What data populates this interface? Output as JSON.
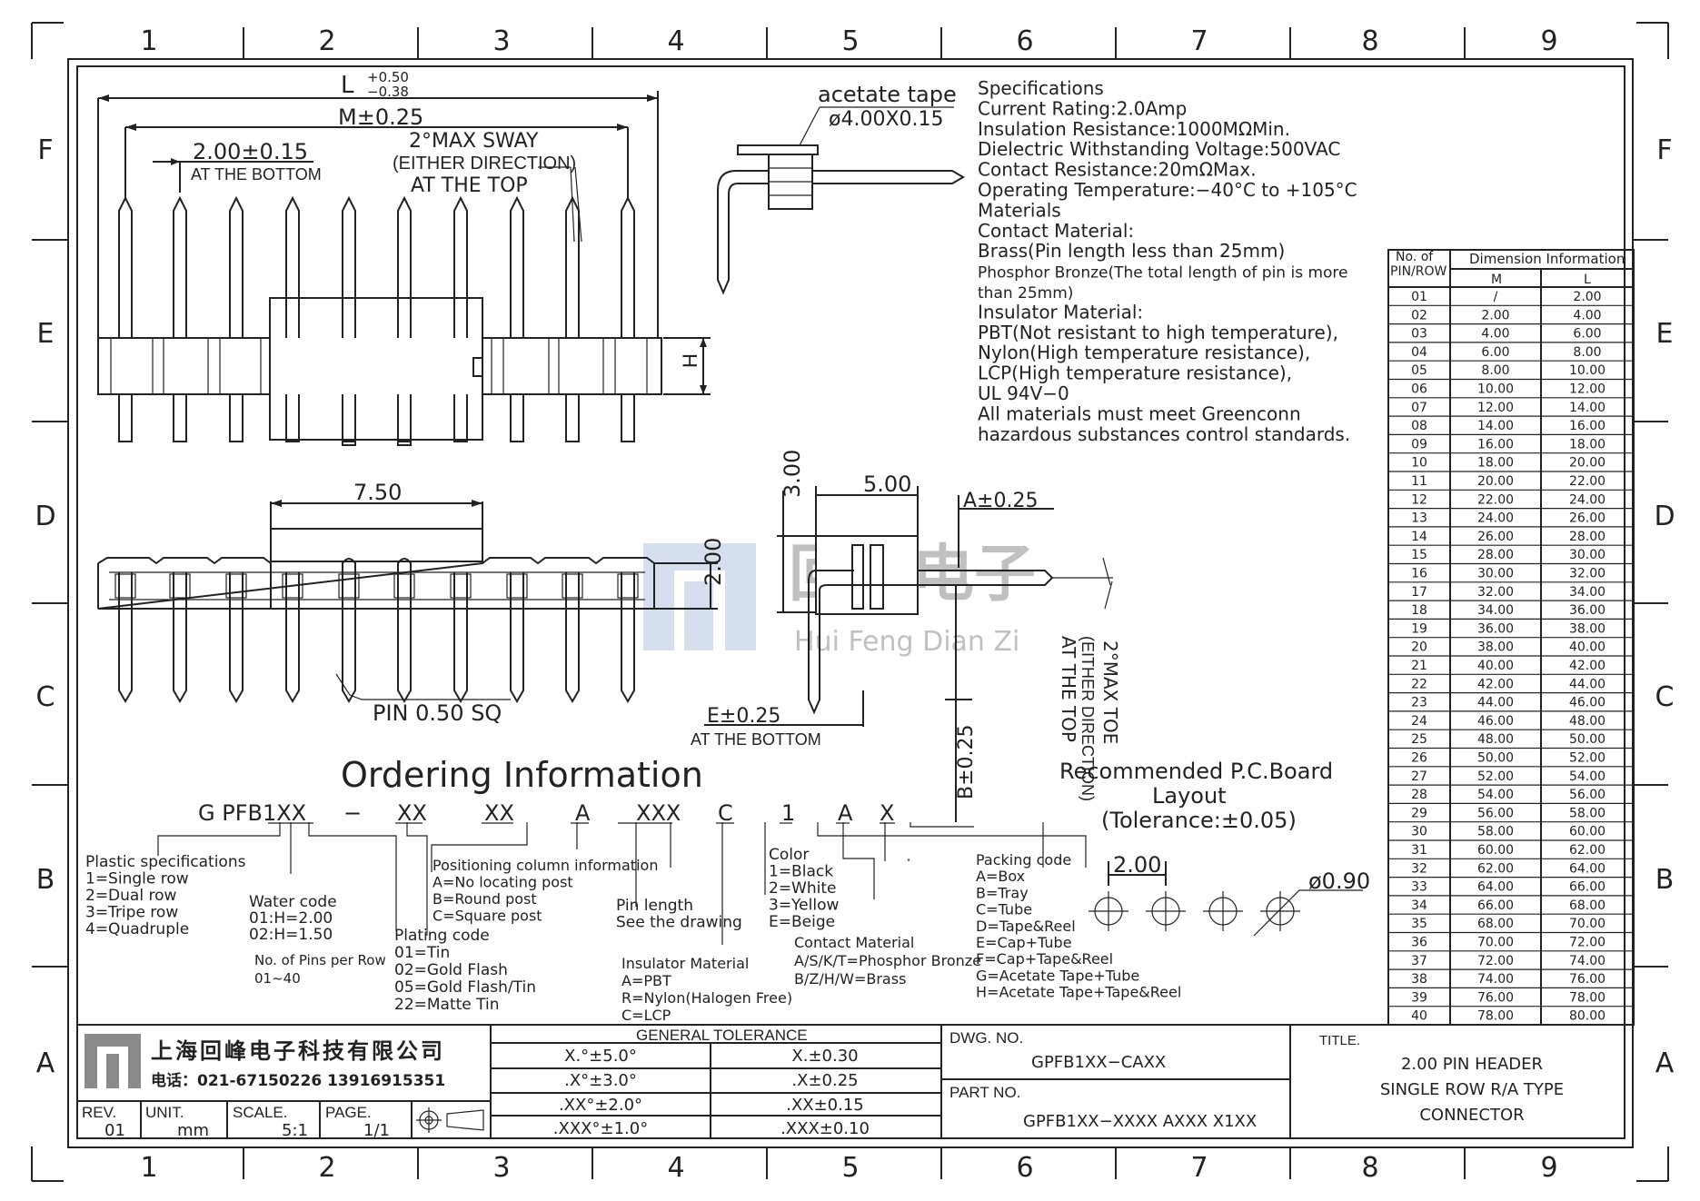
{
  "grid": {
    "columns": [
      "1",
      "2",
      "3",
      "4",
      "5",
      "6",
      "7",
      "8",
      "9"
    ],
    "rows": [
      "F",
      "E",
      "D",
      "C",
      "B",
      "A"
    ]
  },
  "specs": {
    "lines": [
      "Specifications",
      "Current Rating:2.0Amp",
      "Insulation Resistance:1000MΩMin.",
      "Dielectric Withstanding Voltage:500VAC",
      "Contact Resistance:20mΩMax.",
      "Operating Temperature:−40°C to +105°C",
      "Materials",
      "Contact Material:",
      "Brass(Pin length less than 25mm)",
      "Phosphor Bronze(The total length of pin is more",
      "than 25mm)",
      "Insulator Material:",
      "PBT(Not resistant to high temperature),",
      "Nylon(High temperature resistance),",
      "LCP(High temperature resistance),",
      "UL 94V−0",
      "All materials must meet Greenconn",
      "hazardous substances control standards."
    ]
  },
  "dim_table": {
    "header_col1": "No. of\nPIN/ROW",
    "header_group": "Dimension Information",
    "header_m": "M",
    "header_l": "L",
    "rows": [
      [
        "01",
        "/",
        "2.00"
      ],
      [
        "02",
        "2.00",
        "4.00"
      ],
      [
        "03",
        "4.00",
        "6.00"
      ],
      [
        "04",
        "6.00",
        "8.00"
      ],
      [
        "05",
        "8.00",
        "10.00"
      ],
      [
        "06",
        "10.00",
        "12.00"
      ],
      [
        "07",
        "12.00",
        "14.00"
      ],
      [
        "08",
        "14.00",
        "16.00"
      ],
      [
        "09",
        "16.00",
        "18.00"
      ],
      [
        "10",
        "18.00",
        "20.00"
      ],
      [
        "11",
        "20.00",
        "22.00"
      ],
      [
        "12",
        "22.00",
        "24.00"
      ],
      [
        "13",
        "24.00",
        "26.00"
      ],
      [
        "14",
        "26.00",
        "28.00"
      ],
      [
        "15",
        "28.00",
        "30.00"
      ],
      [
        "16",
        "30.00",
        "32.00"
      ],
      [
        "17",
        "32.00",
        "34.00"
      ],
      [
        "18",
        "34.00",
        "36.00"
      ],
      [
        "19",
        "36.00",
        "38.00"
      ],
      [
        "20",
        "38.00",
        "40.00"
      ],
      [
        "21",
        "40.00",
        "42.00"
      ],
      [
        "22",
        "42.00",
        "44.00"
      ],
      [
        "23",
        "44.00",
        "46.00"
      ],
      [
        "24",
        "46.00",
        "48.00"
      ],
      [
        "25",
        "48.00",
        "50.00"
      ],
      [
        "26",
        "50.00",
        "52.00"
      ],
      [
        "27",
        "52.00",
        "54.00"
      ],
      [
        "28",
        "54.00",
        "56.00"
      ],
      [
        "29",
        "56.00",
        "58.00"
      ],
      [
        "30",
        "58.00",
        "60.00"
      ],
      [
        "31",
        "60.00",
        "62.00"
      ],
      [
        "32",
        "62.00",
        "64.00"
      ],
      [
        "33",
        "64.00",
        "66.00"
      ],
      [
        "34",
        "66.00",
        "68.00"
      ],
      [
        "35",
        "68.00",
        "70.00"
      ],
      [
        "36",
        "70.00",
        "72.00"
      ],
      [
        "37",
        "72.00",
        "74.00"
      ],
      [
        "38",
        "74.00",
        "76.00"
      ],
      [
        "39",
        "76.00",
        "78.00"
      ],
      [
        "40",
        "78.00",
        "80.00"
      ]
    ]
  },
  "dims": {
    "L": "L",
    "L_plus": "+0.50",
    "L_minus": "−0.38",
    "M": "M±0.25",
    "pitch": "2.00±0.15",
    "at_bottom": "AT THE BOTTOM",
    "sway1": "2°MAX SWAY",
    "sway2": "(EITHER DIRECTION)",
    "sway3": "AT THE TOP",
    "H": "H",
    "w750": "7.50",
    "h200": "2.00",
    "pin_sq": "PIN 0.50 SQ",
    "d300": "3.00",
    "d500": "5.00",
    "A": "A±0.25",
    "E": "E±0.25",
    "E_note": "AT THE BOTTOM",
    "B": "B±0.25",
    "toe1": "2°MAX TOE",
    "toe2": "(EITHER DIRECTION)",
    "toe3": "AT THE TOP",
    "tape1": "acetate tape",
    "tape2": "ø4.00X0.15"
  },
  "pcb": {
    "title1": "Recommended P.C.Board",
    "title2": "Layout",
    "tol": "(Tolerance:±0.05)",
    "pitch": "2.00",
    "hole": "ø0.90"
  },
  "ordering": {
    "title": "Ordering Information",
    "code": [
      "G PFB1XX",
      "−",
      "XX",
      "XX",
      "A",
      "XXX",
      "C",
      "1",
      "A",
      "X"
    ],
    "plastic": [
      "Plastic specifications",
      "1=Single row",
      "2=Dual row",
      "3=Tripe row",
      "4=Quadruple"
    ],
    "water": [
      "Water code",
      "01:H=2.00",
      "02:H=1.50"
    ],
    "pins": [
      "No. of Pins per Row",
      "01~40"
    ],
    "plating": [
      "Plating code",
      "01=Tin",
      "02=Gold Flash",
      "05=Gold Flash/Tin",
      "22=Matte Tin"
    ],
    "position": [
      "Positioning column information",
      "A=No locating post",
      "B=Round post",
      "C=Square post"
    ],
    "pinlen": [
      "Pin length",
      "See the drawing"
    ],
    "insulator": [
      "Insulator Material",
      "A=PBT",
      "R=Nylon(Halogen Free)",
      "C=LCP"
    ],
    "color": [
      "Color",
      "1=Black",
      "2=White",
      "3=Yellow",
      "E=Beige"
    ],
    "contact": [
      "Contact Material",
      "A/S/K/T=Phosphor Bronze",
      "B/Z/H/W=Brass"
    ],
    "packing": [
      "Packing code",
      "A=Box",
      "B=Tray",
      "C=Tube",
      "D=Tape&Reel",
      "E=Cap+Tube",
      "F=Cap+Tape&Reel",
      "G=Acetate Tape+Tube",
      "H=Acetate Tape+Tape&Reel"
    ]
  },
  "watermark": {
    "cn": "回峰电子",
    "pinyin": "Hui Feng Dian Zi"
  },
  "title_block": {
    "company": "上海回峰电子科技有限公司",
    "phone": "电话：021-67150226  13916915351",
    "rev_label": "REV.",
    "rev": "01",
    "unit_label": "UNIT.",
    "unit": "mm",
    "scale_label": "SCALE.",
    "scale": "5:1",
    "page_label": "PAGE.",
    "page": "1/1",
    "gen_tol": "GENERAL TOLERANCE",
    "tol_rows": [
      [
        "X.°±5.0°",
        "X.±0.30"
      ],
      [
        ".X°±3.0°",
        ".X±0.25"
      ],
      [
        ".XX°±2.0°",
        ".XX±0.15"
      ],
      [
        ".XXX°±1.0°",
        ".XXX±0.10"
      ]
    ],
    "dwg_label": "DWG. NO.",
    "dwg": "GPFB1XX−CAXX",
    "part_label": "PART NO.",
    "part": "GPFB1XX−XXXX AXXX X1XX",
    "title_label": "TITLE.",
    "title_lines": [
      "2.00 PIN HEADER",
      "SINGLE ROW R/A TYPE",
      "CONNECTOR"
    ]
  }
}
